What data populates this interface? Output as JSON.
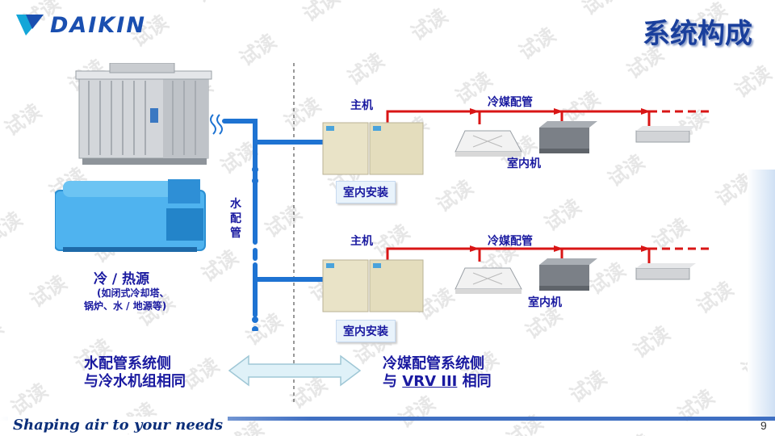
{
  "header": {
    "brand": "DAIKIN",
    "title": "系统构成"
  },
  "footer": {
    "slogan": "Shaping air to your needs",
    "page_number": "9"
  },
  "watermark": "试读",
  "left": {
    "source_title": "冷 / 热源",
    "source_detail_line1": "(如闭式冷却塔、",
    "source_detail_line2": "锅炉、水 / 地源等)",
    "water_pipe_label": [
      "水",
      "配",
      "管"
    ]
  },
  "upper_system": {
    "main_unit_label": "主机",
    "refrigerant_pipe_label": "冷媒配管",
    "indoor_unit_label": "室内机",
    "install_label": "室内安装"
  },
  "lower_system": {
    "main_unit_label": "主机",
    "refrigerant_pipe_label": "冷媒配管",
    "indoor_unit_label": "室内机",
    "install_label": "室内安装"
  },
  "bottom": {
    "left_line1": "水配管系统侧",
    "left_line2": "与冷水机组相同",
    "right_line1": "冷媒配管系统侧",
    "right_prefix": "与 ",
    "right_highlight": "VRV III",
    "right_suffix": " 相同"
  },
  "colors": {
    "brand_blue": "#1a4fb0",
    "title_blue": "#1a3f9c",
    "text_blue": "#1a1aa0",
    "refrigerant_red": "#d91515",
    "water_blue": "#1e73d2"
  }
}
